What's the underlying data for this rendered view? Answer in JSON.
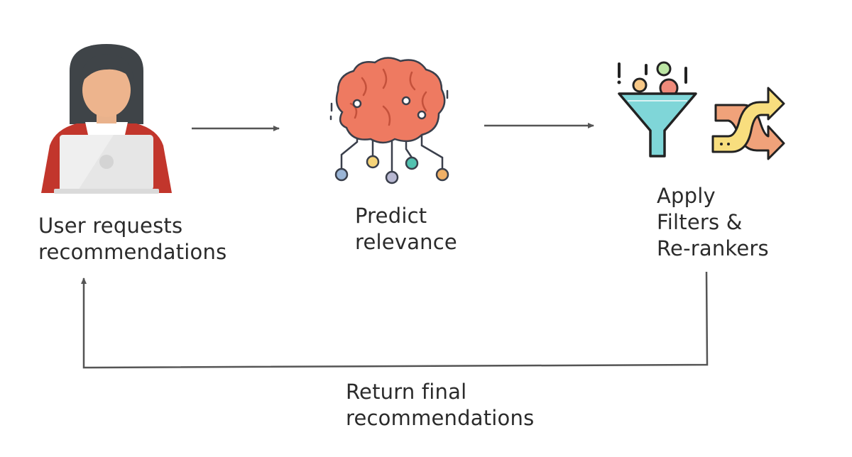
{
  "steps": {
    "user": {
      "line1": "User requests",
      "line2": "recommendations",
      "icon": "user-laptop-icon"
    },
    "predict": {
      "line1": "Predict",
      "line2": "relevance",
      "icon": "brain-network-icon"
    },
    "filters": {
      "line1": "Apply",
      "line2": "Filters &",
      "line3": "Re-rankers",
      "icons": [
        "funnel-icon",
        "shuffle-icon"
      ]
    }
  },
  "feedback": {
    "line1": "Return final",
    "line2": "recommendations"
  },
  "colors": {
    "arrow": "#555555",
    "brain": "#EE7A61",
    "funnel": "#7FD6D8",
    "shuffle_yellow": "#F8DE7E",
    "shuffle_orange": "#F0A27A",
    "person_shirt": "#C2362C",
    "laptop": "#E9E9E9"
  }
}
